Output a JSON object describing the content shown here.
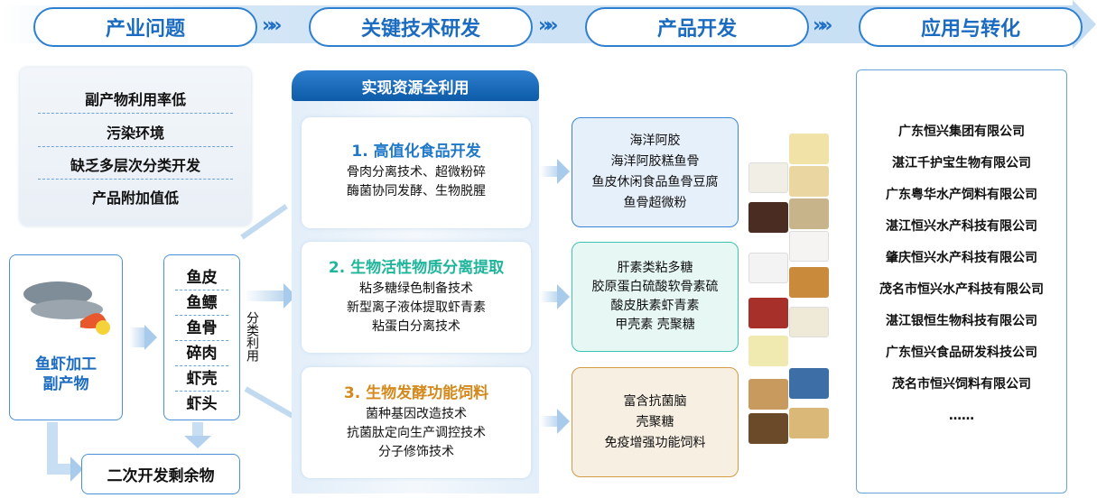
{
  "header": {
    "stages": [
      "产业问题",
      "关键技术研发",
      "产品开发",
      "应用与转化"
    ],
    "chevron": "»»"
  },
  "problems": [
    "副产物利用率低",
    "污染环境",
    "缺乏多层次分类开发",
    "产品附加值低"
  ],
  "source": {
    "label_line1": "鱼虾加工",
    "label_line2": "副产物"
  },
  "parts": [
    "鱼皮",
    "鱼鳔",
    "鱼骨",
    "碎肉",
    "虾壳",
    "虾头"
  ],
  "classify_label": "分类利用",
  "residue": "二次开发剩余物",
  "tech_header": "实现资源全利用",
  "tech": [
    {
      "title": "1. 高值化食品开发",
      "color": "#1f78c8",
      "lines": [
        "骨肉分离技术、超微粉碎",
        "酶菌协同发酵、生物脱腥"
      ]
    },
    {
      "title": "2. 生物活性物质分离提取",
      "color": "#1fb59a",
      "lines": [
        "粘多糖绿色制备技术",
        "新型离子液体提取虾青素",
        "粘蛋白分离技术"
      ]
    },
    {
      "title": "3. 生物发酵功能饲料",
      "color": "#d4891c",
      "lines": [
        "菌种基因改造技术",
        "抗菌肽定向生产调控技术",
        "分子修饰技术"
      ]
    }
  ],
  "products": [
    {
      "lines": [
        "海洋阿胶",
        "海洋阿胶糕鱼骨",
        "鱼皮休闲食品鱼骨豆腐",
        "鱼骨超微粉"
      ],
      "border": "#3b86d4",
      "bg": "#e6f0fa"
    },
    {
      "lines": [
        "肝素类粘多糖",
        "胶原蛋白硫酸软骨素硫",
        "酸皮肤素虾青素",
        "甲壳素  壳聚糖"
      ],
      "border": "#3cc4b0",
      "bg": "#e6f7f4"
    },
    {
      "lines": [
        "富含抗菌脑",
        "壳聚糖",
        "免疫增强功能饲料"
      ],
      "border": "#d49a45",
      "bg": "#f8efe3"
    }
  ],
  "companies": [
    "广东恒兴集团有限公司",
    "湛江千护宝生物有限公司",
    "广东粤华水产饲料有限公司",
    "湛江恒兴水产科技有限公司",
    "肇庆恒兴水产科技有限公司",
    "茂名市恒兴水产科技有限公司",
    "湛江银恒生物科技有限公司",
    "广东恒兴食品研发科技公司",
    "茂名市恒兴饲料有限公司",
    "……"
  ]
}
